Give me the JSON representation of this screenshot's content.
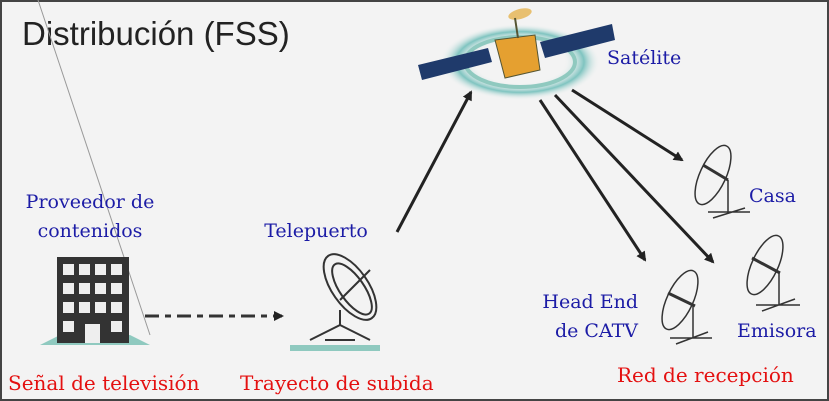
{
  "title": "Distribución (FSS)",
  "labels": {
    "provider_line1": "Proveedor de",
    "provider_line2": "contenidos",
    "teleport": "Telepuerto",
    "satellite": "Satélite",
    "home": "Casa",
    "headend_line1": "Head End",
    "headend_line2": "de CATV",
    "station": "Emisora"
  },
  "captions": {
    "tv_signal": "Señal de televisión",
    "uplink": "Trayecto de subida",
    "reception": "Red de recepción"
  },
  "colors": {
    "label": "#1c1ca6",
    "caption": "#e41010",
    "background": "#f3f3f3"
  }
}
